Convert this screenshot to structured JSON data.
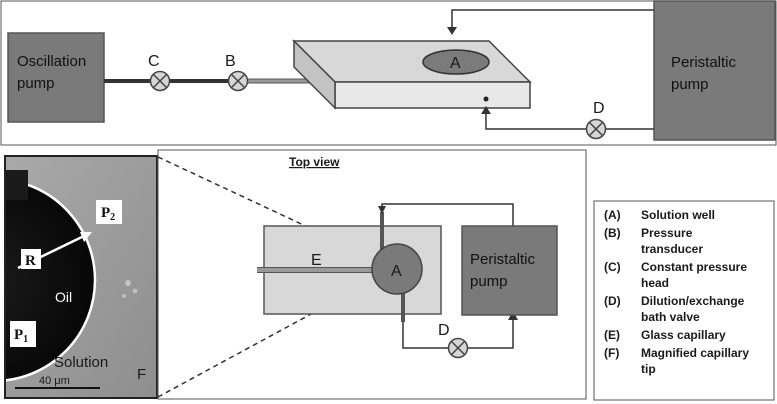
{
  "top": {
    "oscillation_pump": [
      "Oscillation",
      "pump"
    ],
    "peristaltic_pump": [
      "Peristaltic",
      "pump"
    ],
    "well": "A",
    "valve_b": "B",
    "valve_c": "C",
    "valve_d": "D"
  },
  "top_view": {
    "title": "Top view",
    "well": "A",
    "capillary": "E",
    "valve_d": "D",
    "peristaltic_pump": [
      "Peristaltic",
      "pump"
    ]
  },
  "micrograph": {
    "p2": "P",
    "p2_sub": "2",
    "p1": "P",
    "p1_sub": "1",
    "radius": "R",
    "oil": "Oil",
    "solution": "Solution",
    "tip_label": "F",
    "scale": "40 μm"
  },
  "legend": [
    {
      "key": "(A)",
      "lines": [
        "Solution well"
      ]
    },
    {
      "key": "(B)",
      "lines": [
        "Pressure",
        "transducer"
      ]
    },
    {
      "key": "(C)",
      "lines": [
        "Constant pressure",
        "head"
      ]
    },
    {
      "key": "(D)",
      "lines": [
        "Dilution/exchange",
        "bath valve"
      ]
    },
    {
      "key": "(E)",
      "lines": [
        "Glass capillary"
      ]
    },
    {
      "key": "(F)",
      "lines": [
        "Magnified capillary",
        "tip"
      ]
    }
  ]
}
